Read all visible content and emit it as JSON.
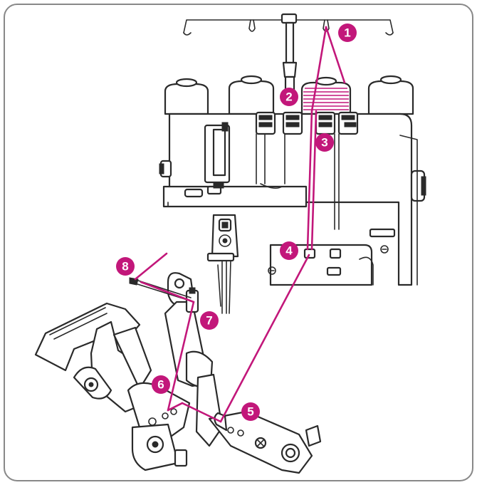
{
  "colors": {
    "thread": "#c2177a",
    "badge": "#c2177a",
    "outline": "#2a2a2a",
    "frame": "#888888"
  },
  "steps": [
    {
      "number": "1"
    },
    {
      "number": "2"
    },
    {
      "number": "3"
    },
    {
      "number": "4"
    },
    {
      "number": "5"
    },
    {
      "number": "6"
    },
    {
      "number": "7"
    },
    {
      "number": "8"
    }
  ]
}
